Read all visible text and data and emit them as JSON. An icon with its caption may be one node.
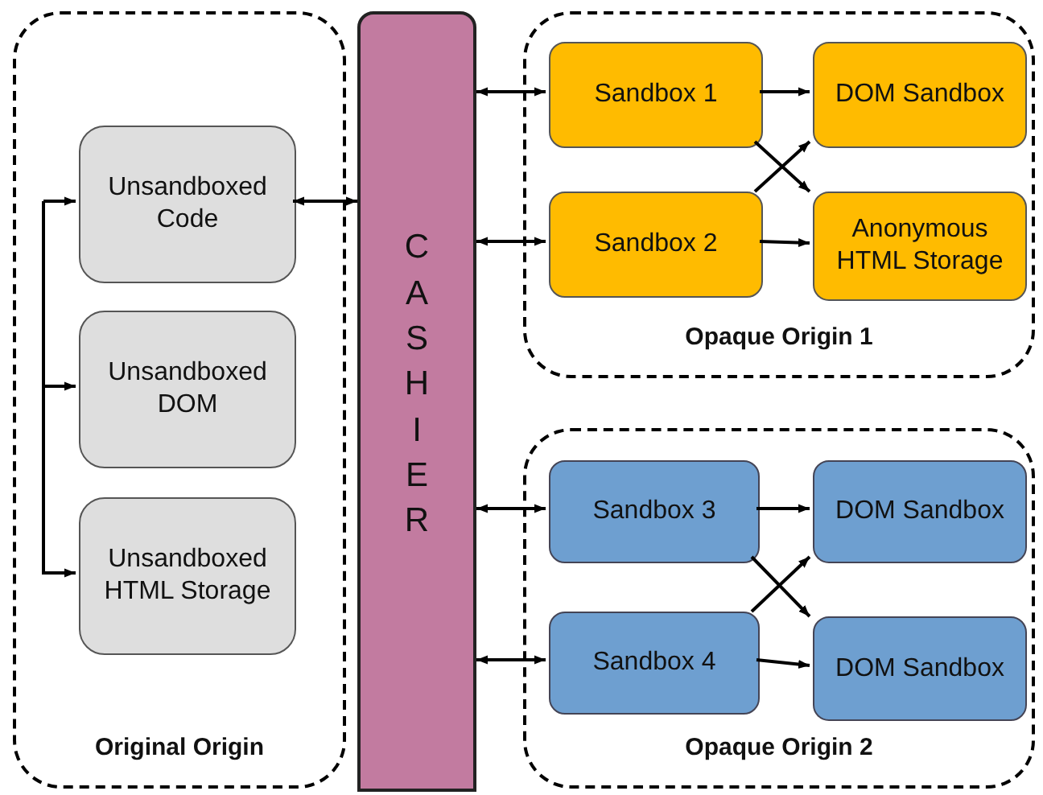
{
  "diagram": {
    "nodes": [
      {
        "text": [
          "Original Origin"
        ]
      },
      {
        "text": [
          "Unsandboxed Code"
        ],
        "in": 0
      },
      {
        "text": [
          "Unsandboxed DOM"
        ],
        "in": 0
      },
      {
        "text": [
          "Unsandboxed HTML Storage"
        ],
        "in": 0
      },
      {
        "text": [
          "CASHIER"
        ]
      },
      {
        "text": [
          "Opaque Origin 1"
        ]
      },
      {
        "text": [
          "Sandbox 1"
        ],
        "in": 5
      },
      {
        "text": [
          "Sandbox 2"
        ],
        "in": 5
      },
      {
        "text": [
          "DOM Sandbox"
        ],
        "in": 5
      },
      {
        "text": [
          "Anonymous HTML Storage"
        ],
        "in": 5
      },
      {
        "text": [
          "Opaque Origin 2"
        ]
      },
      {
        "text": [
          "Sandbox 3"
        ],
        "in": 10
      },
      {
        "text": [
          "Sandbox 4"
        ],
        "in": 10
      },
      {
        "text": [
          "DOM Sandbox"
        ],
        "in": 10
      },
      {
        "text": [
          "DOM Sandbox"
        ],
        "in": 10
      }
    ],
    "edges": [
      {
        "from": null,
        "to": 1,
        "arrow": "to"
      },
      {
        "from": null,
        "to": 2,
        "arrow": "to"
      },
      {
        "from": null,
        "to": 3,
        "arrow": "to"
      },
      {
        "from": 1,
        "to": 4,
        "arrow": "both"
      },
      {
        "from": 4,
        "to": 6,
        "arrow": "both"
      },
      {
        "from": 4,
        "to": 7,
        "arrow": "both"
      },
      {
        "from": 4,
        "to": 11,
        "arrow": "both"
      },
      {
        "from": 4,
        "to": 12,
        "arrow": "both"
      },
      {
        "from": 6,
        "to": 8,
        "arrow": "to"
      },
      {
        "from": 6,
        "to": 9,
        "arrow": "to"
      },
      {
        "from": 7,
        "to": 8,
        "arrow": "to"
      },
      {
        "from": 7,
        "to": 9,
        "arrow": "to"
      },
      {
        "from": 11,
        "to": 13,
        "arrow": "to"
      },
      {
        "from": 11,
        "to": 14,
        "arrow": "to"
      },
      {
        "from": 12,
        "to": 13,
        "arrow": "to"
      },
      {
        "from": 12,
        "to": 14,
        "arrow": "to"
      }
    ]
  }
}
